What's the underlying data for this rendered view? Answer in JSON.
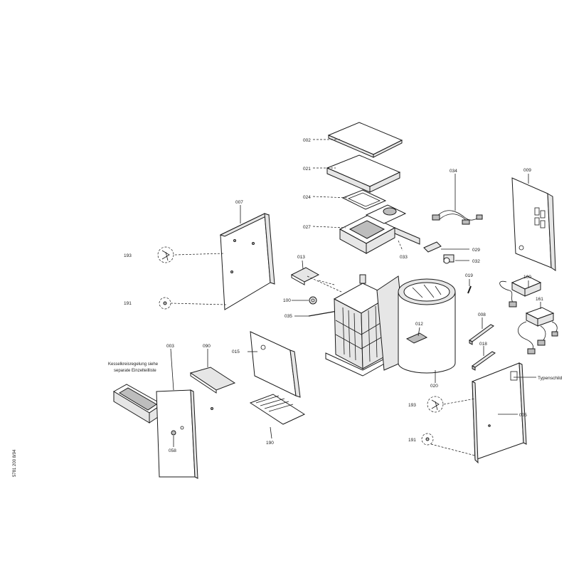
{
  "labels": {
    "l002": "002",
    "l021": "021",
    "l024": "024",
    "l027": "027",
    "l033": "033",
    "l034": "034",
    "l029": "029",
    "l032": "032",
    "l009": "009",
    "l160": "160",
    "l161": "161",
    "l007": "007",
    "l193a": "193",
    "l191a": "191",
    "l013": "013",
    "l100": "100",
    "l035": "035",
    "l019": "019",
    "l012": "012",
    "l008": "008",
    "l018": "018",
    "l015": "015",
    "l020": "020",
    "l003": "003",
    "l090": "090",
    "l058": "058",
    "l190": "190",
    "l193b": "193",
    "l191b": "191",
    "l005": "005",
    "typenschild": "Typenschild"
  },
  "notes": {
    "line1": "Kesselkreisregelung siehe",
    "line2": "separate Einzelteilliste"
  },
  "side_code": "5781 200   8/94"
}
